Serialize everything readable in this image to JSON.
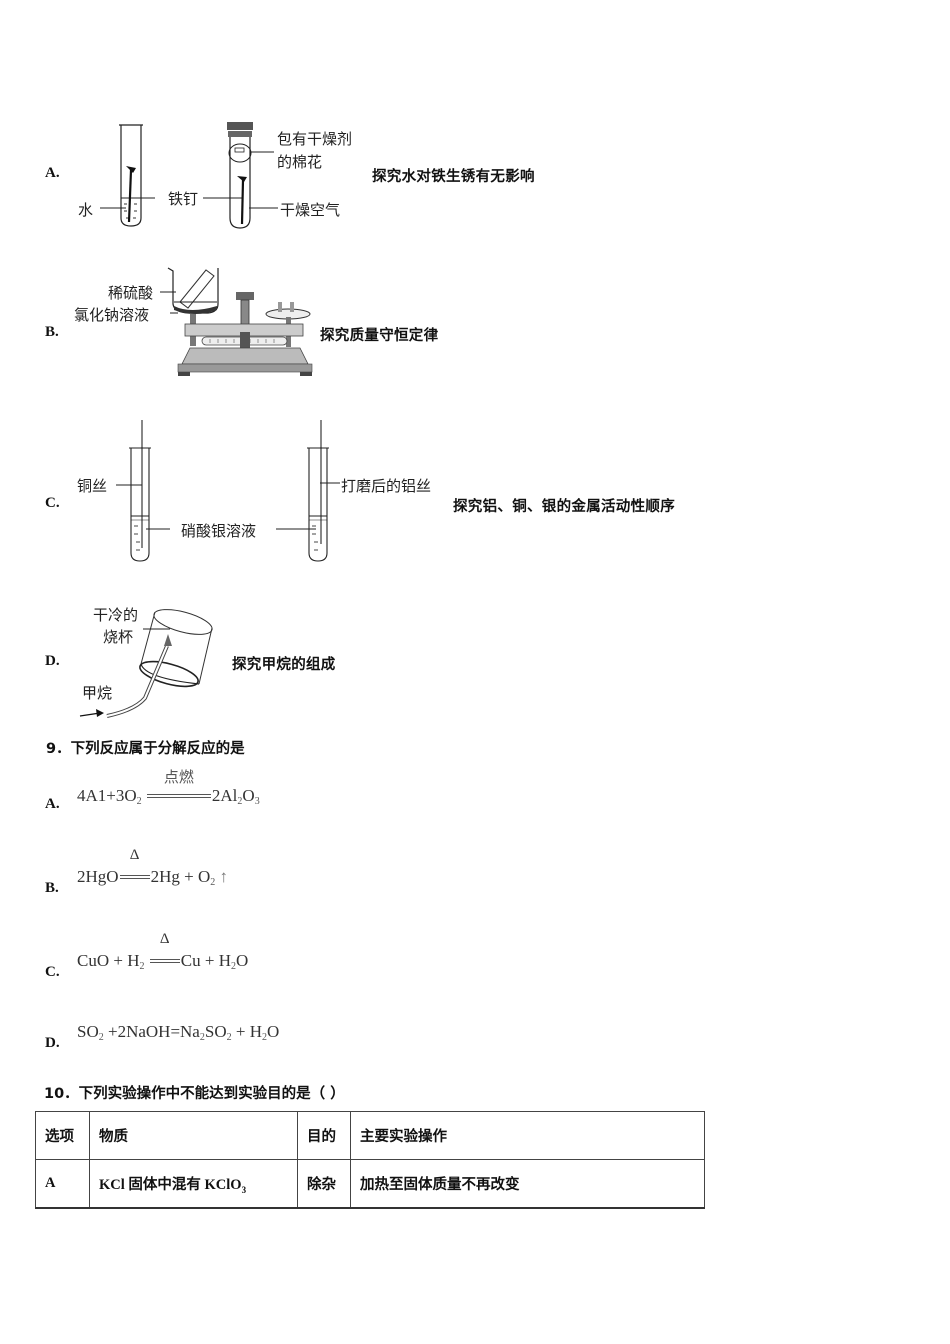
{
  "question8_options": {
    "A": {
      "label": "A.",
      "caption": "探究水对铁生锈有无影响",
      "diagram_labels": {
        "water": "水",
        "iron_nail": "铁钉",
        "cotton_desiccant_line1": "包有干燥剂",
        "cotton_desiccant_line2": "的棉花",
        "dry_air": "干燥空气"
      }
    },
    "B": {
      "label": "B.",
      "caption": "探究质量守恒定律",
      "diagram_labels": {
        "dilute_sulfuric_acid": "稀硫酸",
        "sodium_chloride_solution": "氯化钠溶液"
      }
    },
    "C": {
      "label": "C.",
      "caption": "探究铝、铜、银的金属活动性顺序",
      "diagram_labels": {
        "copper_wire": "铜丝",
        "silver_nitrate_solution": "硝酸银溶液",
        "polished_aluminum_wire": "打磨后的铝丝"
      }
    },
    "D": {
      "label": "D.",
      "caption": "探究甲烷的组成",
      "diagram_labels": {
        "dry_cold_beaker_line1": "干冷的",
        "dry_cold_beaker_line2": "烧杯",
        "methane": "甲烷"
      }
    }
  },
  "question9": {
    "title": "9．下列反应属于分解反应的是",
    "options": [
      {
        "label": "A.",
        "lhs": "4A1+3O",
        "lhs_sub": "2",
        "condition": "点燃",
        "rhs_pre": "2Al",
        "rhs_sub1": "2",
        "rhs_mid": "O",
        "rhs_sub2": "3"
      },
      {
        "label": "B.",
        "lhs": "2HgO",
        "condition": "Δ",
        "rhs_a": "2Hg",
        "plus": "+",
        "rhs_b": "O",
        "rhs_b_sub": "2",
        "arrow": "↑"
      },
      {
        "label": "C.",
        "lhs_a": "CuO",
        "plus": "+",
        "lhs_b": "H",
        "lhs_b_sub": "2",
        "condition": "Δ",
        "rhs_a": "Cu",
        "plus2": "+",
        "rhs_b": "H",
        "rhs_b_sub": "2",
        "rhs_b_end": "O"
      },
      {
        "label": "D.",
        "lhs_a": "SO",
        "lhs_a_sub": "2",
        "mid": "+2NaOH=Na",
        "mid_sub": "2",
        "mid2": "SO",
        "mid2_sub": "2",
        "plus": "+",
        "rhs": "H",
        "rhs_sub": "2",
        "rhs_end": "O"
      }
    ]
  },
  "question10": {
    "title": "10．下列实验操作中不能达到实验目的是（      ）",
    "table": {
      "headers": [
        "选项",
        "物质",
        "目的",
        "主要实验操作"
      ],
      "rows": [
        {
          "option": "A",
          "substance_pre": "KCl 固体中混有 KClO",
          "substance_sub": "3",
          "purpose": "除杂",
          "operation": "加热至固体质量不再改变"
        }
      ]
    }
  }
}
